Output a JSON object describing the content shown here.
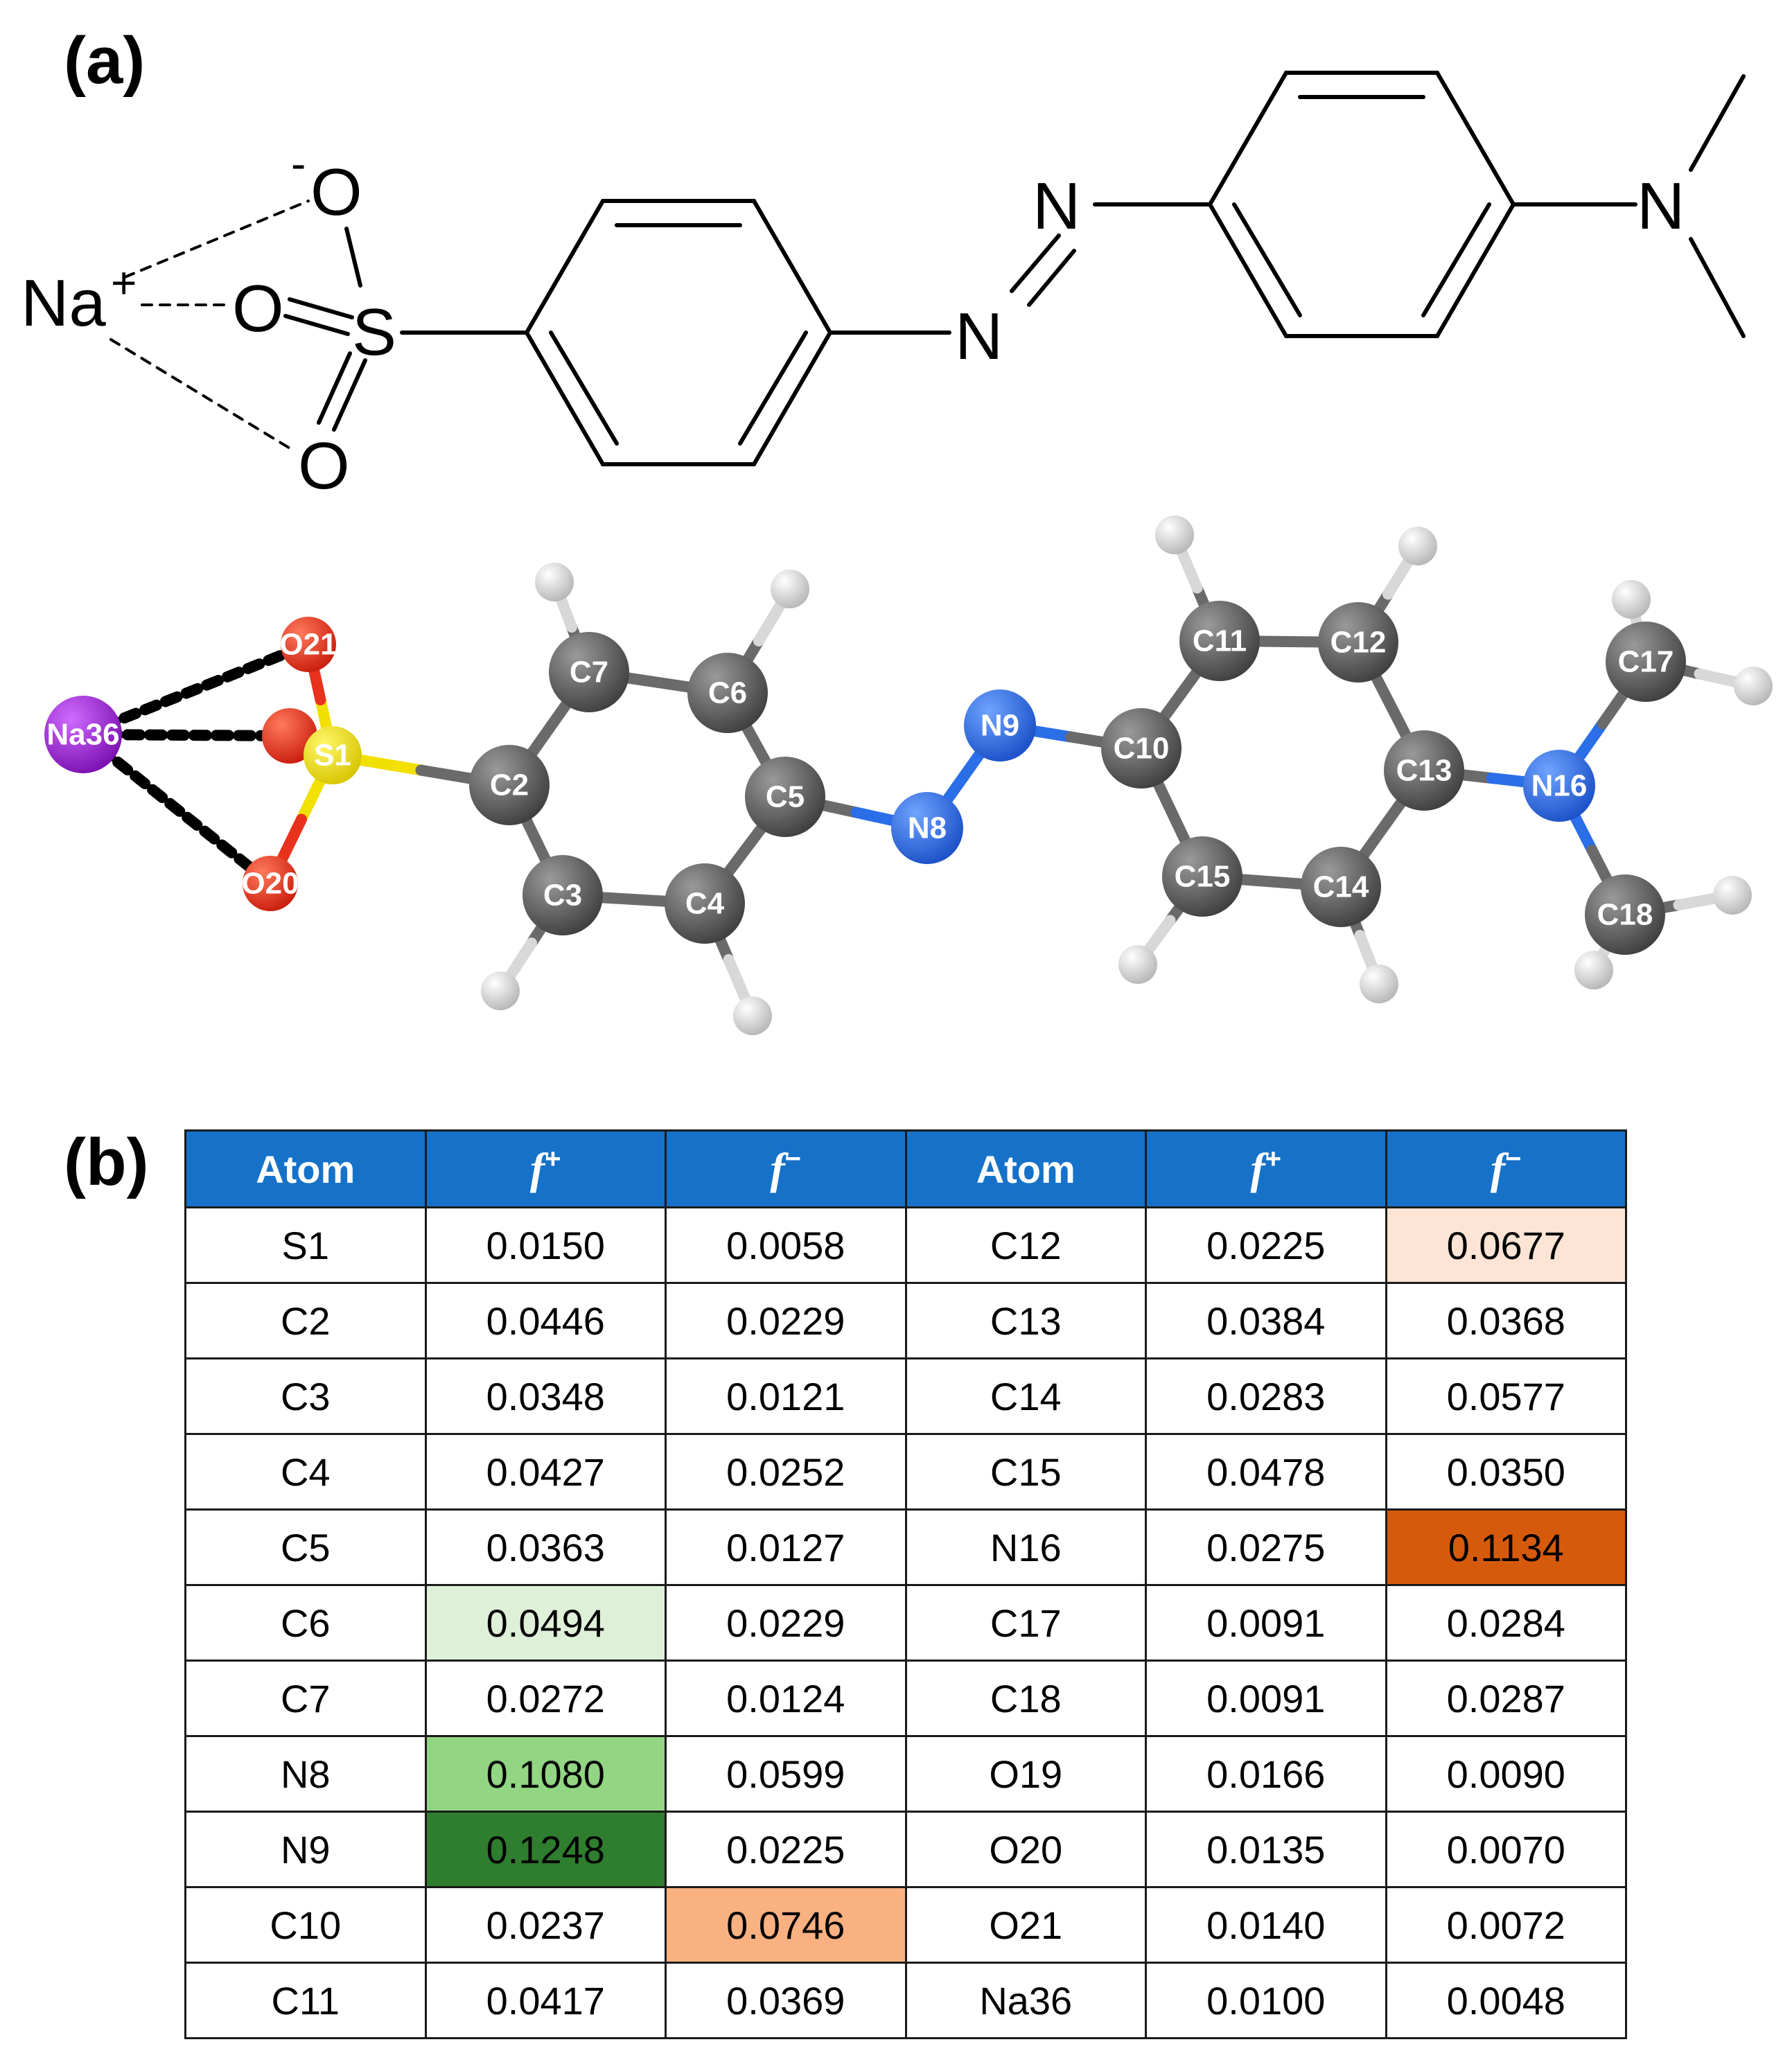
{
  "panels": {
    "a": "(a)",
    "b": "(b)"
  },
  "structure_labels": {
    "na": "Na",
    "na_charge": "+",
    "o_top": "O",
    "o_minus": "-",
    "o_mid": "O",
    "o_bottom": "O",
    "s": "S",
    "n_azo1": "N",
    "n_azo2": "N",
    "n_amine": "N"
  },
  "model_atoms": [
    "Na36",
    "O21",
    "O19",
    "O20",
    "S1",
    "C2",
    "C3",
    "C4",
    "C5",
    "C6",
    "C7",
    "N8",
    "N9",
    "C10",
    "C11",
    "C12",
    "C13",
    "C14",
    "C15",
    "N16",
    "C17",
    "C18"
  ],
  "colors": {
    "carbon": "#5e5e5e",
    "nitrogen": "#2a6ee8",
    "oxygen": "#e8321c",
    "sulfur": "#f1e000",
    "sodium": "#9b1fd6",
    "hydrogen": "#e0e0e0",
    "header": "#1672c8",
    "green_light": "#dff0d9",
    "green_mid": "#92d582",
    "green_dark": "#2f7d2f",
    "orange_light": "#fde4d4",
    "orange_mid": "#f9b182",
    "orange_dark": "#d65a0c"
  },
  "table": {
    "headers": [
      "Atom",
      "f",
      "f",
      "Atom",
      "f",
      "f"
    ],
    "header_sups": [
      "",
      "+",
      "−",
      "",
      "+",
      "−"
    ],
    "rows": [
      [
        "S1",
        "0.0150",
        "0.0058",
        "C12",
        "0.0225",
        "0.0677"
      ],
      [
        "C2",
        "0.0446",
        "0.0229",
        "C13",
        "0.0384",
        "0.0368"
      ],
      [
        "C3",
        "0.0348",
        "0.0121",
        "C14",
        "0.0283",
        "0.0577"
      ],
      [
        "C4",
        "0.0427",
        "0.0252",
        "C15",
        "0.0478",
        "0.0350"
      ],
      [
        "C5",
        "0.0363",
        "0.0127",
        "N16",
        "0.0275",
        "0.1134"
      ],
      [
        "C6",
        "0.0494",
        "0.0229",
        "C17",
        "0.0091",
        "0.0284"
      ],
      [
        "C7",
        "0.0272",
        "0.0124",
        "C18",
        "0.0091",
        "0.0287"
      ],
      [
        "N8",
        "0.1080",
        "0.0599",
        "O19",
        "0.0166",
        "0.0090"
      ],
      [
        "N9",
        "0.1248",
        "0.0225",
        "O20",
        "0.0135",
        "0.0070"
      ],
      [
        "C10",
        "0.0237",
        "0.0746",
        "O21",
        "0.0140",
        "0.0072"
      ],
      [
        "C11",
        "0.0417",
        "0.0369",
        "Na36",
        "0.0100",
        "0.0048"
      ]
    ],
    "highlights": [
      {
        "row": 0,
        "col": 5,
        "color": "#fde4d4"
      },
      {
        "row": 4,
        "col": 5,
        "color": "#d65a0c"
      },
      {
        "row": 5,
        "col": 1,
        "color": "#dff0d9"
      },
      {
        "row": 7,
        "col": 1,
        "color": "#92d582"
      },
      {
        "row": 8,
        "col": 1,
        "color": "#2f7d2f"
      },
      {
        "row": 9,
        "col": 2,
        "color": "#f9b182"
      }
    ]
  }
}
